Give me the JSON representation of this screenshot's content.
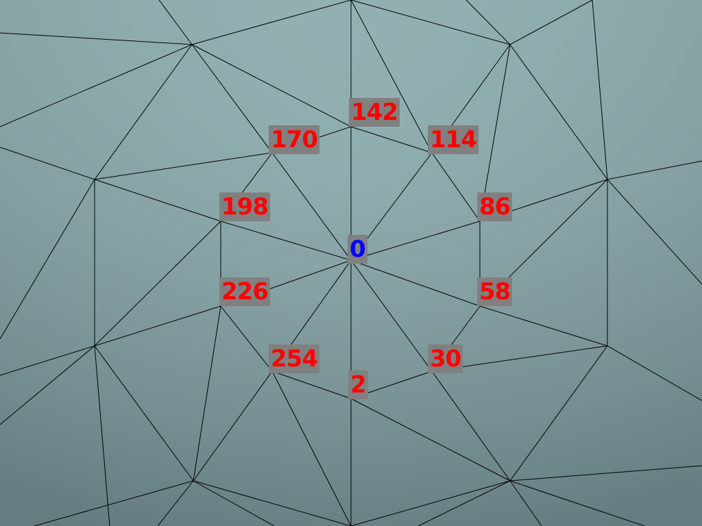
{
  "colors": {
    "label_background": "#808080",
    "label_text": "#ff0000",
    "center_label_text": "#0000ff",
    "mesh_top": "#93b4b5",
    "mesh_bottom": "#728d91",
    "edge": "#000000"
  },
  "labels": {
    "center": "0",
    "v142": "142",
    "v170": "170",
    "v114": "114",
    "v198": "198",
    "v86": "86",
    "v226": "226",
    "v58": "58",
    "v254": "254",
    "v30": "30",
    "v2": "2"
  }
}
